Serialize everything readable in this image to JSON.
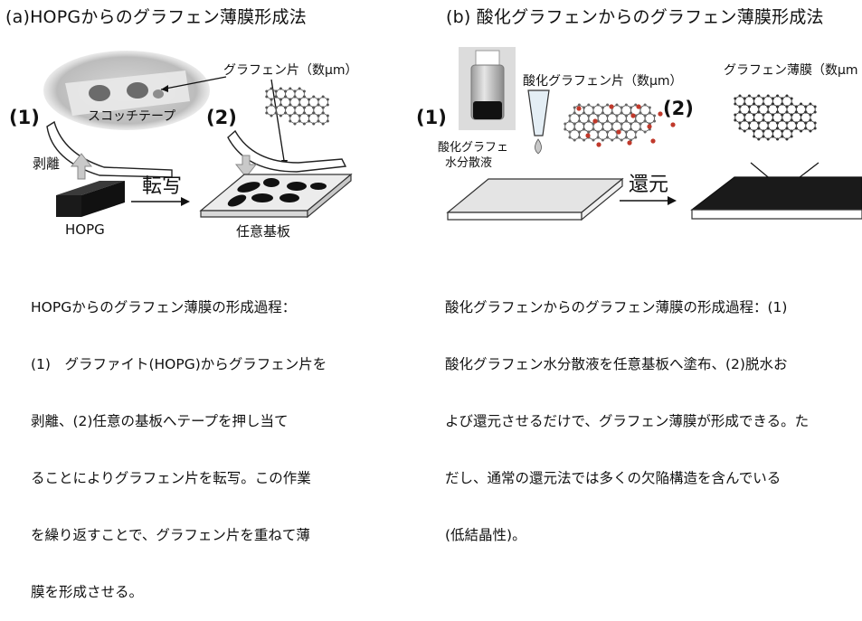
{
  "panel_a": {
    "title": "(a)HOPGからのグラフェン薄膜形成法",
    "graphene_flake_label": "グラフェン片（数μm）",
    "tape_label": "スコッチテープ",
    "step1": "(1)",
    "step2": "(2)",
    "peel_label": "剥離",
    "transfer_label": "転写",
    "hopg_label": "HOPG",
    "substrate_label": "任意基板",
    "description": [
      "HOPGからのグラフェン薄膜の形成過程：",
      "(1)　グラファイト(HOPG)からグラフェン片を",
      "剥離、(2)任意の基板へテープを押し当て",
      "ることによりグラフェン片を転写。この作業",
      "を繰り返すことで、グラフェン片を重ねて薄",
      "膜を形成させる。"
    ]
  },
  "panel_b": {
    "title": "(b) 酸化グラフェンからのグラフェン薄膜形成法",
    "go_flake_label": "酸化グラフェン片（数μm）",
    "film_label": "グラフェン薄膜（数μm",
    "step1": "(1)",
    "step2": "(2)",
    "dispersion_label_line1": "酸化グラフェ",
    "dispersion_label_line2": "水分散液",
    "reduction_label": "還元",
    "description": [
      "酸化グラフェンからのグラフェン薄膜の形成過程：(1)",
      "酸化グラフェン水分散液を任意基板へ塗布、(2)脱水お",
      "よび還元させるだけで、グラフェン薄膜が形成できる。た",
      "だし、通常の還元法では多くの欠陥構造を含んでいる",
      "(低結晶性)。"
    ]
  },
  "colors": {
    "block_dark": "#1a1a1a",
    "substrate_light": "#e8e8e8",
    "arrow_gray": "#bdbdbd",
    "oxygen_red": "#c0392b"
  }
}
